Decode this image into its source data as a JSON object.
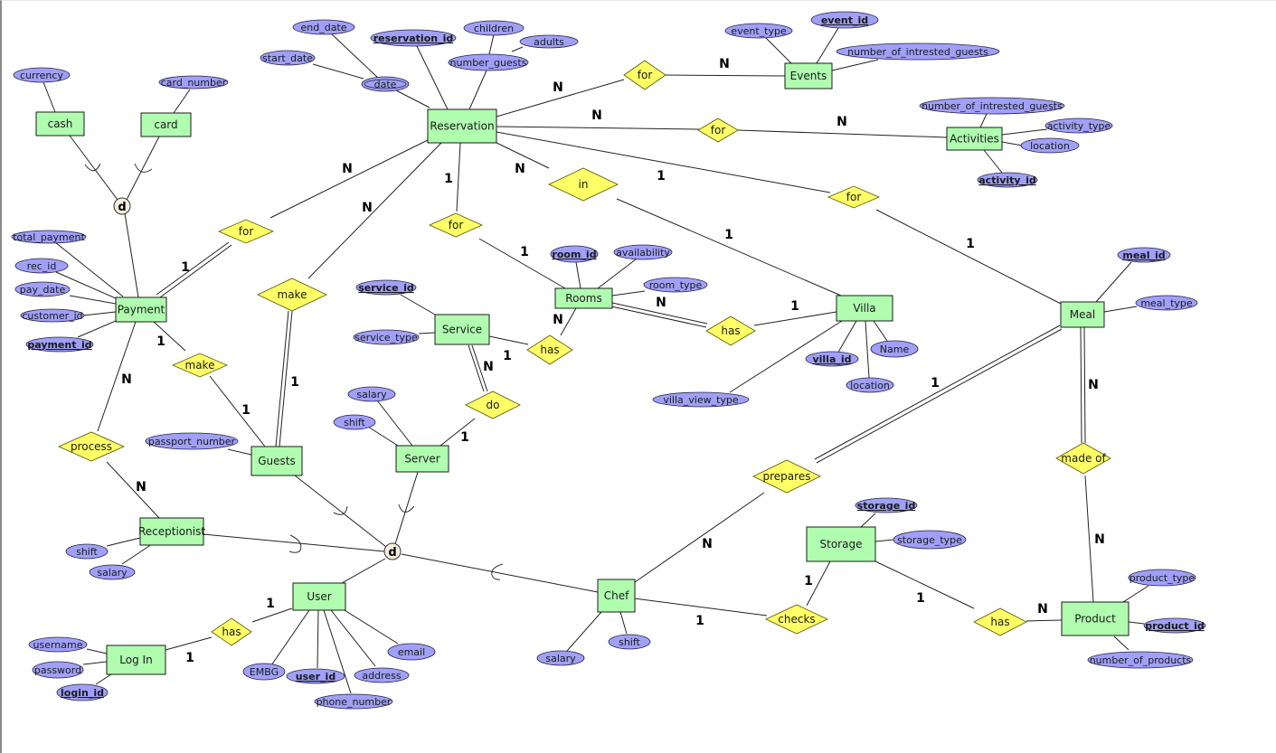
{
  "diagram": {
    "title": "Hotel / Villa Reservation ER Diagram",
    "colors": {
      "entity_fill": "#b0fdb0",
      "relationship_fill": "#ffff66",
      "attribute_fill": "#a0a0f8",
      "disjoint_fill": "#f4eedc",
      "line": "#222222"
    },
    "entities": [
      {
        "id": "reservation",
        "label": "Reservation"
      },
      {
        "id": "events",
        "label": "Events"
      },
      {
        "id": "activities",
        "label": "Activities"
      },
      {
        "id": "cash",
        "label": "cash"
      },
      {
        "id": "card",
        "label": "card"
      },
      {
        "id": "payment",
        "label": "Payment"
      },
      {
        "id": "rooms",
        "label": "Rooms"
      },
      {
        "id": "service",
        "label": "Service"
      },
      {
        "id": "villa",
        "label": "Villa"
      },
      {
        "id": "meal",
        "label": "Meal"
      },
      {
        "id": "guests",
        "label": "Guests"
      },
      {
        "id": "server",
        "label": "Server"
      },
      {
        "id": "receptionist",
        "label": "Receptionist"
      },
      {
        "id": "user",
        "label": "User"
      },
      {
        "id": "login",
        "label": "Log In"
      },
      {
        "id": "chef",
        "label": "Chef"
      },
      {
        "id": "storage",
        "label": "Storage"
      },
      {
        "id": "product",
        "label": "Product"
      }
    ],
    "relationships": [
      {
        "id": "r_for_events",
        "label": "for"
      },
      {
        "id": "r_for_activities",
        "label": "for"
      },
      {
        "id": "r_in",
        "label": "in"
      },
      {
        "id": "r_for_meal",
        "label": "for"
      },
      {
        "id": "r_for_payment",
        "label": "for"
      },
      {
        "id": "r_make_res",
        "label": "make"
      },
      {
        "id": "r_for_rooms",
        "label": "for"
      },
      {
        "id": "r_make_pay",
        "label": "make"
      },
      {
        "id": "r_has_service",
        "label": "has"
      },
      {
        "id": "r_has_villa",
        "label": "has"
      },
      {
        "id": "r_do",
        "label": "do"
      },
      {
        "id": "r_process",
        "label": "process"
      },
      {
        "id": "r_prepares",
        "label": "prepares"
      },
      {
        "id": "r_made_of",
        "label": "made of"
      },
      {
        "id": "r_has_login",
        "label": "has"
      },
      {
        "id": "r_checks",
        "label": "checks"
      },
      {
        "id": "r_has_product",
        "label": "has"
      }
    ],
    "attributes": [
      {
        "id": "a_end_date",
        "label": "end_date",
        "key": false
      },
      {
        "id": "a_start_date",
        "label": "start_date",
        "key": false
      },
      {
        "id": "a_date",
        "label": "date",
        "key": false,
        "multivalued": true
      },
      {
        "id": "a_reservation_id",
        "label": "reservation_id",
        "key": true
      },
      {
        "id": "a_children",
        "label": "children",
        "key": false
      },
      {
        "id": "a_adults",
        "label": "adults",
        "key": false
      },
      {
        "id": "a_number_guests",
        "label": "number_guests",
        "key": false
      },
      {
        "id": "a_event_type",
        "label": "event_type",
        "key": false
      },
      {
        "id": "a_event_id",
        "label": "event_id",
        "key": true
      },
      {
        "id": "a_ev_nig",
        "label": "number_of_intrested_guests",
        "key": false
      },
      {
        "id": "a_act_nig",
        "label": "number_of_intrested_guests",
        "key": false
      },
      {
        "id": "a_activity_type",
        "label": "activity_type",
        "key": false
      },
      {
        "id": "a_act_location",
        "label": "location",
        "key": false
      },
      {
        "id": "a_activity_id",
        "label": "activity_id",
        "key": true
      },
      {
        "id": "a_currency",
        "label": "currency",
        "key": false
      },
      {
        "id": "a_card_number",
        "label": "card_number",
        "key": false
      },
      {
        "id": "a_total_payment",
        "label": "total_payment",
        "key": false
      },
      {
        "id": "a_rec_id",
        "label": "rec_id",
        "key": false
      },
      {
        "id": "a_pay_date",
        "label": "pay_date",
        "key": false
      },
      {
        "id": "a_customer_id",
        "label": "customer_id",
        "key": false
      },
      {
        "id": "a_payment_id",
        "label": "payment_id",
        "key": true
      },
      {
        "id": "a_room_id",
        "label": "room_id",
        "key": true
      },
      {
        "id": "a_availability",
        "label": "availability",
        "key": false
      },
      {
        "id": "a_room_type",
        "label": "room_type",
        "key": false
      },
      {
        "id": "a_service_id",
        "label": "service_id",
        "key": true
      },
      {
        "id": "a_service_type",
        "label": "service_type",
        "key": false
      },
      {
        "id": "a_meal_id",
        "label": "meal_id",
        "key": true
      },
      {
        "id": "a_meal_type",
        "label": "meal_type",
        "key": false
      },
      {
        "id": "a_villa_id",
        "label": "villa_id",
        "key": true
      },
      {
        "id": "a_villa_name",
        "label": "Name",
        "key": false
      },
      {
        "id": "a_villa_location",
        "label": "location",
        "key": false
      },
      {
        "id": "a_villa_view_type",
        "label": "villa_view_type",
        "key": false
      },
      {
        "id": "a_server_salary",
        "label": "salary",
        "key": false
      },
      {
        "id": "a_server_shift",
        "label": "shift",
        "key": false
      },
      {
        "id": "a_passport_number",
        "label": "passport_number",
        "key": false
      },
      {
        "id": "a_rec_shift",
        "label": "shift",
        "key": false
      },
      {
        "id": "a_rec_salary",
        "label": "salary",
        "key": false
      },
      {
        "id": "a_username",
        "label": "username",
        "key": false
      },
      {
        "id": "a_password",
        "label": "password",
        "key": false
      },
      {
        "id": "a_login_id",
        "label": "login_id",
        "key": true
      },
      {
        "id": "a_embg",
        "label": "EMBG",
        "key": false
      },
      {
        "id": "a_user_id",
        "label": "user_id",
        "key": true
      },
      {
        "id": "a_phone_number",
        "label": "phone_number",
        "key": false
      },
      {
        "id": "a_address",
        "label": "address",
        "key": false
      },
      {
        "id": "a_email",
        "label": "email",
        "key": false
      },
      {
        "id": "a_chef_salary",
        "label": "salary",
        "key": false
      },
      {
        "id": "a_chef_shift",
        "label": "shift",
        "key": false
      },
      {
        "id": "a_storage_id",
        "label": "storage_id",
        "key": true
      },
      {
        "id": "a_storage_type",
        "label": "storage_type",
        "key": false
      },
      {
        "id": "a_product_type",
        "label": "product_type",
        "key": false
      },
      {
        "id": "a_product_id",
        "label": "product_id",
        "key": true
      },
      {
        "id": "a_number_of_products",
        "label": "number_of_products",
        "key": false
      }
    ],
    "disjoint_labels": {
      "payment_specialization": "d",
      "user_specialization": "d"
    },
    "cardinalities": [
      {
        "id": "c1",
        "label": "N"
      },
      {
        "id": "c2",
        "label": "N"
      },
      {
        "id": "c3",
        "label": "N"
      },
      {
        "id": "c4",
        "label": "N"
      },
      {
        "id": "c5",
        "label": "N"
      },
      {
        "id": "c6",
        "label": "1"
      },
      {
        "id": "c7",
        "label": "N"
      },
      {
        "id": "c8",
        "label": "1"
      },
      {
        "id": "c9",
        "label": "1"
      },
      {
        "id": "c10",
        "label": "1"
      },
      {
        "id": "c11",
        "label": "N"
      },
      {
        "id": "c12",
        "label": "1"
      },
      {
        "id": "c13",
        "label": "1"
      },
      {
        "id": "c14",
        "label": "N"
      },
      {
        "id": "c15",
        "label": "1"
      },
      {
        "id": "c16",
        "label": "N"
      },
      {
        "id": "c17",
        "label": "1"
      },
      {
        "id": "c18",
        "label": "N"
      },
      {
        "id": "c19",
        "label": "1"
      },
      {
        "id": "c20",
        "label": "1"
      },
      {
        "id": "c21",
        "label": "N"
      },
      {
        "id": "c22",
        "label": "1"
      },
      {
        "id": "c23",
        "label": "N"
      },
      {
        "id": "c24",
        "label": "1"
      },
      {
        "id": "c25",
        "label": "1"
      },
      {
        "id": "c26",
        "label": "N"
      },
      {
        "id": "c27",
        "label": "N"
      },
      {
        "id": "c28",
        "label": "1"
      },
      {
        "id": "c29",
        "label": "1"
      },
      {
        "id": "c30",
        "label": "1"
      },
      {
        "id": "c31",
        "label": "N"
      },
      {
        "id": "c32",
        "label": "N"
      },
      {
        "id": "c33",
        "label": "1"
      },
      {
        "id": "c34",
        "label": "N"
      },
      {
        "id": "c35",
        "label": "1"
      }
    ]
  }
}
